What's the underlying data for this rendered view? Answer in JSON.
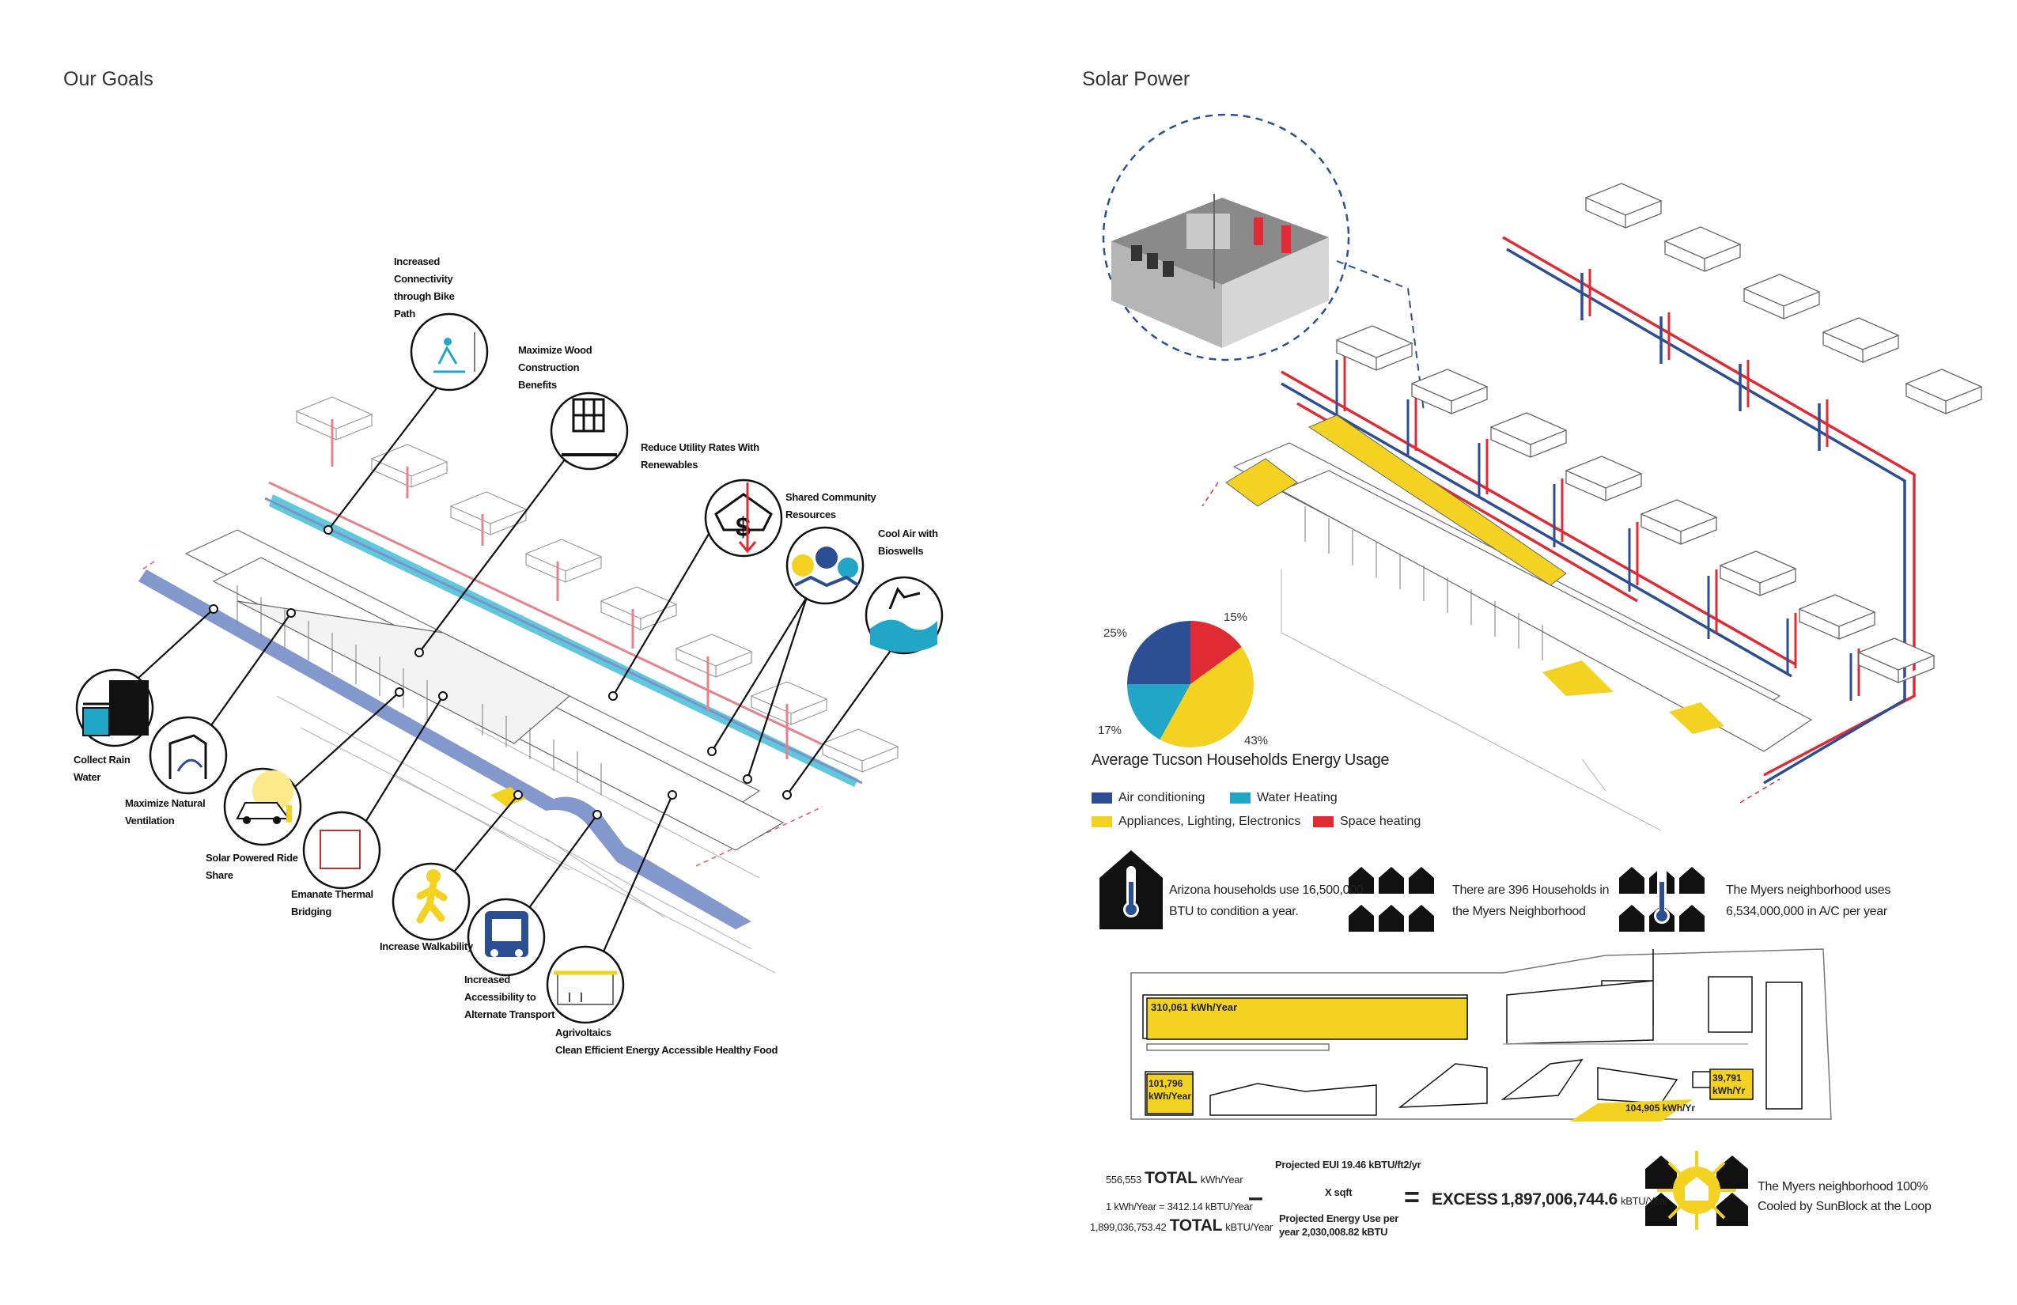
{
  "left": {
    "title": "Our Goals",
    "goals": [
      {
        "id": "bike",
        "label": "Increased\nConnectivity\nthrough Bike\nPath"
      },
      {
        "id": "wood",
        "label": "Maximize Wood\nConstruction\nBenefits"
      },
      {
        "id": "utility",
        "label": "Reduce Utility Rates With\n   Renewables"
      },
      {
        "id": "community",
        "label": "Shared Community\nResources"
      },
      {
        "id": "coolair",
        "label": "Cool Air with\nBioswells"
      },
      {
        "id": "rain",
        "label": "Collect Rain\nWater"
      },
      {
        "id": "ventilation",
        "label": "Maximize Natural\nVentilation"
      },
      {
        "id": "rideshare",
        "label": "Solar Powered Ride\nShare"
      },
      {
        "id": "thermal",
        "label": "Emanate Thermal\nBridging"
      },
      {
        "id": "walk",
        "label": "Increase Walkability"
      },
      {
        "id": "transport",
        "label": "Increased\nAccessibility to\nAlternate Transport"
      },
      {
        "id": "agri",
        "label": "Agrivoltaics\nClean Efficient Energy Accessible Healthy Food"
      }
    ]
  },
  "right": {
    "title": "Solar Power",
    "chart_data": {
      "type": "pie",
      "title": "Average Tucson Households Energy Usage",
      "slices": [
        {
          "name": "Space heating",
          "value": 15,
          "label": "15%",
          "color": "#e02b35"
        },
        {
          "name": "Appliances, Lighting, Electronics",
          "value": 43,
          "label": "43%",
          "color": "#f4d222"
        },
        {
          "name": "Water Heating",
          "value": 17,
          "label": "17%",
          "color": "#22a6c7"
        },
        {
          "name": "Air conditioning",
          "value": 25,
          "label": "25%",
          "color": "#2b4f92"
        }
      ],
      "legend": [
        "Air conditioning",
        "Water Heating",
        "Appliances, Lighting, Electronics",
        "Space heating"
      ]
    },
    "stats": {
      "arizona": "Arizona households use 16,500,000\nBTU to condition a year.",
      "households": "There are 396 Households in\nthe Myers Neighborhood",
      "myers": "The Myers neighborhood uses\n6,534,000,000 in A/C per year"
    },
    "plan": {
      "a": "310,061 kWh/Year",
      "b": "101,796\nkWh/Year",
      "c": "104,905 kWh/Yr",
      "d": "39,791\nkWh/Yr"
    },
    "calc": {
      "total_kwh_num": "556,553",
      "total_word": "TOTAL",
      "total_kwh_unit": "kWh/Year",
      "conversion": "1 kWh/Year = 3412.14 kBTU/Year",
      "total_kbtu_num": "1,899,036,753.42",
      "total_kbtu_unit": "kBTU/Year",
      "minus": "–",
      "eui": "Projected EUI 19.46 kBTU/ft2/yr",
      "times": "X sqft",
      "projected": "Projected Energy Use per\nyear 2,030,008.82 kBTU",
      "equals": "=",
      "excess_prefix": "EXCESS",
      "excess_value": "1,897,006,744.6",
      "excess_unit": "kBTU/Year",
      "conclusion": "The Myers neighborhood 100%\nCooled by SunBlock at the Loop"
    },
    "colors": {
      "blue": "#2b4f92",
      "red": "#e02b35",
      "yellow": "#f4d222",
      "cyan": "#22a6c7"
    }
  }
}
